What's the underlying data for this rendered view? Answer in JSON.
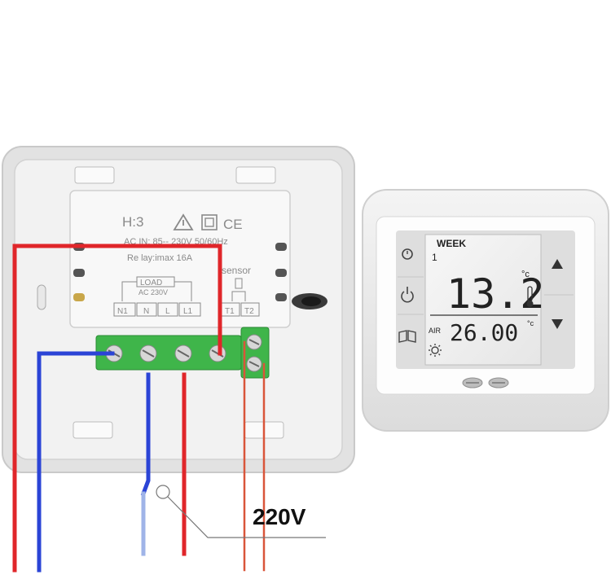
{
  "back_module": {
    "model": "H:3",
    "warning_icon": "warning-triangle-icon",
    "double_insulation_icon": "double-square-icon",
    "ce_mark": "CE",
    "spec_line": "AC  IN: 85-- 230V  50/60Hz",
    "relay_line": "Re lay:imax 16A",
    "load_title": "LOAD",
    "load_voltage": "AC 230V",
    "sensor_title": "sensor",
    "terminals": [
      "N1",
      "N",
      "L",
      "L1",
      "T1",
      "T2"
    ]
  },
  "wiring": {
    "supply_label": "220V",
    "colors": {
      "live": "#e0262a",
      "neutral": "#2b44d6",
      "terminal_block": "#3fb54a"
    }
  },
  "thermostat": {
    "day_label": "WEEK",
    "day_number": "1",
    "set_temperature": "13.2",
    "set_unit": "°c",
    "air_label": "AIR",
    "air_temperature": "26.00",
    "air_unit": "°c",
    "left_buttons": [
      "clock-icon",
      "power-icon",
      "book-icon",
      "sun-icon"
    ],
    "right_buttons": [
      "up-arrow-icon",
      "down-arrow-icon"
    ]
  }
}
